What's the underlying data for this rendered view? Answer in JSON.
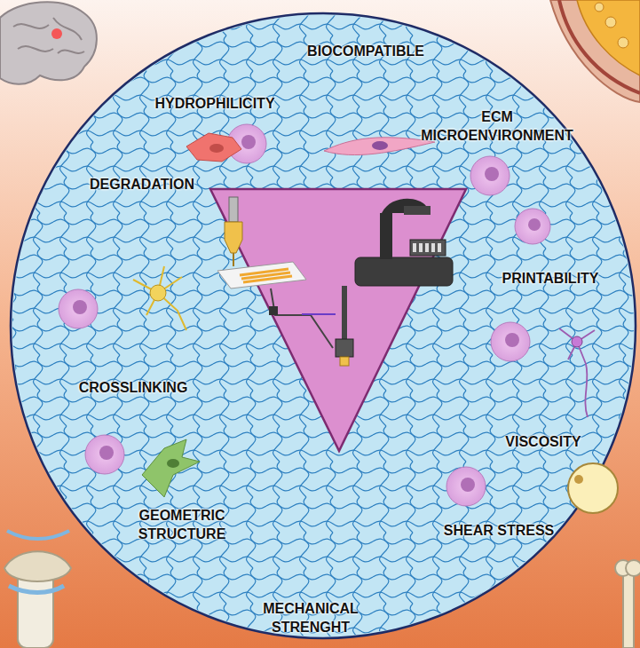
{
  "diagram": {
    "labels": [
      "BIOCOMPATIBLE",
      "HYDROPHILICITY",
      "ECM MICROENVIRONMENT",
      "DEGRADATION",
      "PRINTABILITY",
      "CROSSLINKING",
      "VISCOSITY",
      "GEOMETRIC STRUCTURE",
      "SHEAR STRESS",
      "MECHANICAL STRENGHT"
    ]
  }
}
